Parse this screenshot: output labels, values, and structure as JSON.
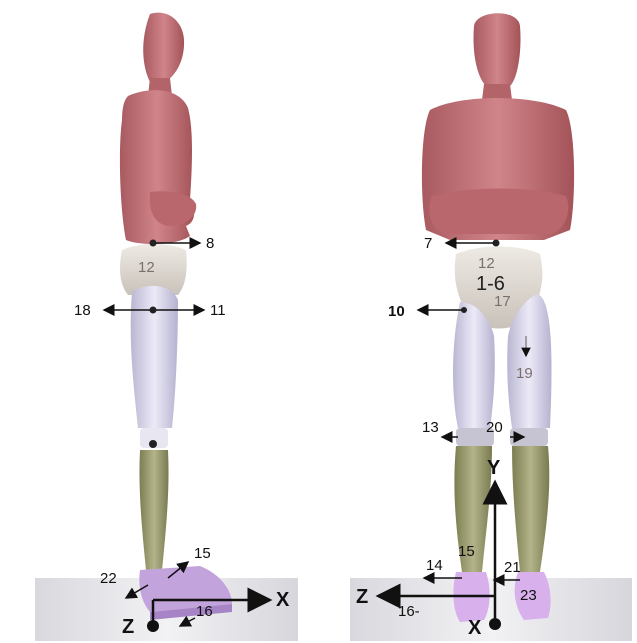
{
  "side_view": {
    "labels": {
      "l8": "8",
      "l12": "12",
      "l18": "18",
      "l11": "11",
      "l15": "15",
      "l22": "22",
      "l16": "16"
    },
    "axes": {
      "x": "X",
      "z": "Z"
    }
  },
  "front_view": {
    "labels": {
      "l7": "7",
      "l12": "12",
      "l1_6": "1-6",
      "l17": "17",
      "l10": "10",
      "l19": "19",
      "l13": "13",
      "l20": "20",
      "l14": "14",
      "l15": "15",
      "l21": "21",
      "l16": "16-",
      "l23": "23"
    },
    "axes": {
      "y": "Y",
      "z": "Z",
      "x": "X"
    }
  },
  "colors": {
    "torso": "#c9787c",
    "pelvis": "#d8d2cc",
    "thigh": "#d7d4ea",
    "shin": "#9c9c6e",
    "foot": "#d8b8e8",
    "floor": "#e4e4e8"
  }
}
